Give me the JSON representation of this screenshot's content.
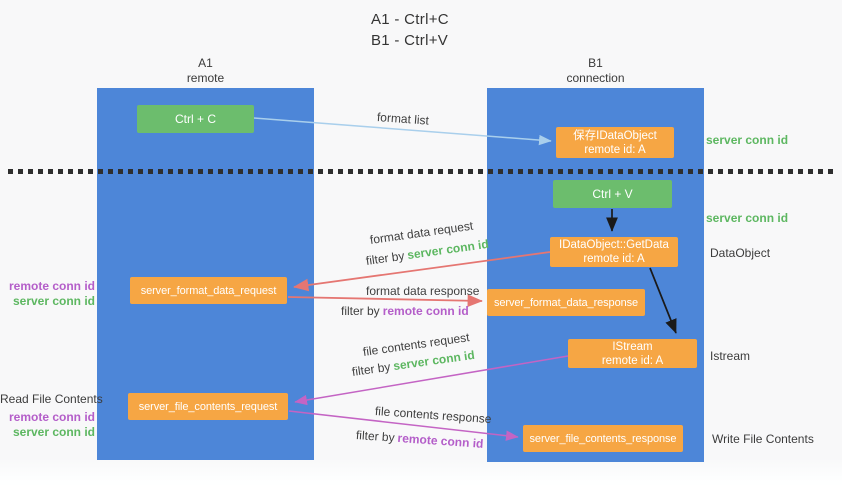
{
  "title": {
    "line1": "A1 - Ctrl+C",
    "line2": "B1 - Ctrl+V"
  },
  "columns": {
    "left": {
      "name": "A1",
      "sub": "remote"
    },
    "right": {
      "name": "B1",
      "sub": "connection"
    }
  },
  "nodes": {
    "ctrl_c": "Ctrl + C",
    "ctrl_v": "Ctrl + V",
    "save_idataobject_line1": "保存IDataObject",
    "save_idataobject_line2": "remote id: A",
    "getdata_line1": "IDataObject::GetData",
    "getdata_line2": "remote id: A",
    "istream_line1": "IStream",
    "istream_line2": "remote id: A",
    "format_request": "server_format_data_request",
    "format_response": "server_format_data_response",
    "file_request": "server_file_contents_request",
    "file_response": "server_file_contents_response"
  },
  "arrow_labels": {
    "format_list": "format list",
    "format_data_request": "format data request",
    "format_data_response": "format data response",
    "file_contents_request": "file contents request",
    "file_contents_response": "file contents response",
    "filter_by": "filter by",
    "server_conn_id": "server conn id",
    "remote_conn_id": "remote conn id"
  },
  "side_labels": {
    "server_conn_id_top": "server conn id",
    "server_conn_id_mid": "server conn id",
    "dataobject": "DataObject",
    "istream": "Istream",
    "write_file_contents": "Write File Contents",
    "read_file_contents": "Read File Contents",
    "remote_conn_id": "remote conn id",
    "server_conn_id": "server conn id"
  },
  "colors": {
    "column_blue": "#4d86d8",
    "box_green": "#6cbd6d",
    "box_orange": "#f6a644",
    "arrow_red": "#e57672",
    "arrow_magenta": "#c464c4",
    "arrow_lightblue": "#a9cfec",
    "label_green": "#5db761",
    "label_purple": "#b45ec9"
  }
}
